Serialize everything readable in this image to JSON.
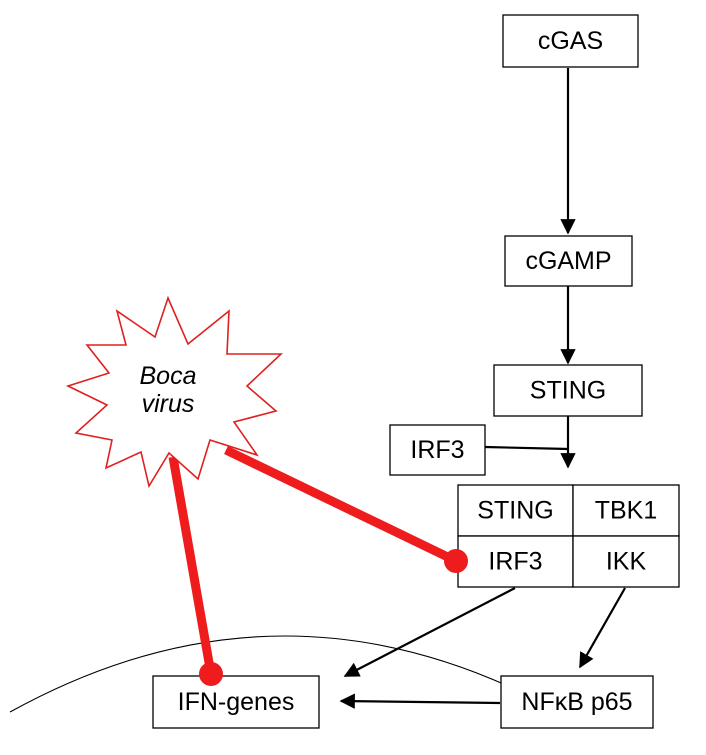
{
  "nodes": {
    "cgas": "cGAS",
    "cgamp": "cGAMP",
    "sting": "STING",
    "irf3_free": "IRF3",
    "complex_sting": "STING",
    "complex_tbk1": "TBK1",
    "complex_irf3": "IRF3",
    "complex_ikk": "IKK",
    "nfkb": "NFκB p65",
    "ifn_genes": "IFN-genes"
  },
  "virus": {
    "line1": "Boca",
    "line2": "virus"
  },
  "colors": {
    "inhibition": "#ee1c1c",
    "activation": "#000000",
    "virus_outline": "#e02020",
    "nucleus": "#000000"
  }
}
